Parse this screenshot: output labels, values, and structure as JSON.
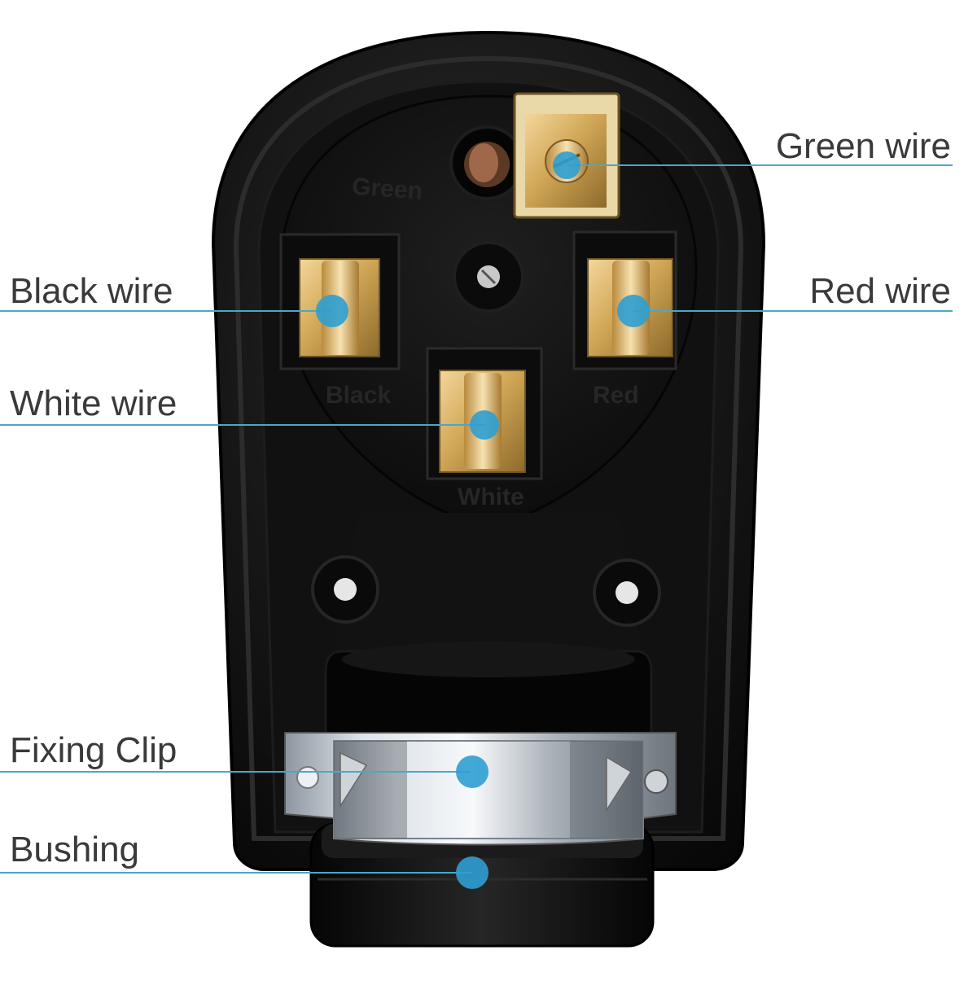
{
  "callouts": {
    "green_wire": "Green wire",
    "black_wire": "Black wire",
    "red_wire": "Red wire",
    "white_wire": "White wire",
    "fixing_clip": "Fixing Clip",
    "bushing": "Bushing"
  },
  "embossed": {
    "green": "Green",
    "black": "Black",
    "red": "Red",
    "white": "White"
  },
  "colors": {
    "callout_line": "#4aa7c9",
    "callout_dot": "#2f9fd0",
    "plug_body": "#141414",
    "brass": "#c9a24a"
  }
}
